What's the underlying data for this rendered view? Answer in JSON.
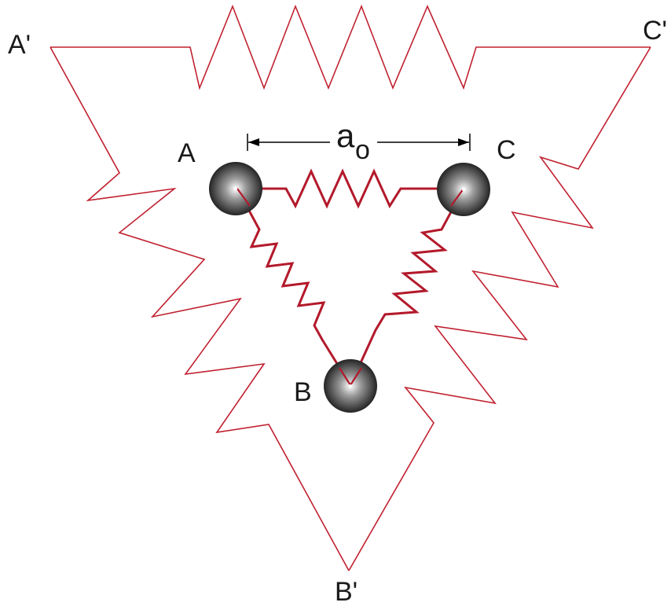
{
  "labels": {
    "outer_a": "A'",
    "outer_b": "B'",
    "outer_c": "C'",
    "inner_a": "A",
    "inner_b": "B",
    "inner_c": "C",
    "spacing_symbol": "a",
    "spacing_subscript": "o"
  },
  "colors": {
    "outer_spring": "#c0202f",
    "inner_spring": "#b3192b",
    "atom_highlight": "#ffffff",
    "atom_shadow": "#111111",
    "dimension_line": "#000000",
    "text": "#1a1a1a"
  }
}
